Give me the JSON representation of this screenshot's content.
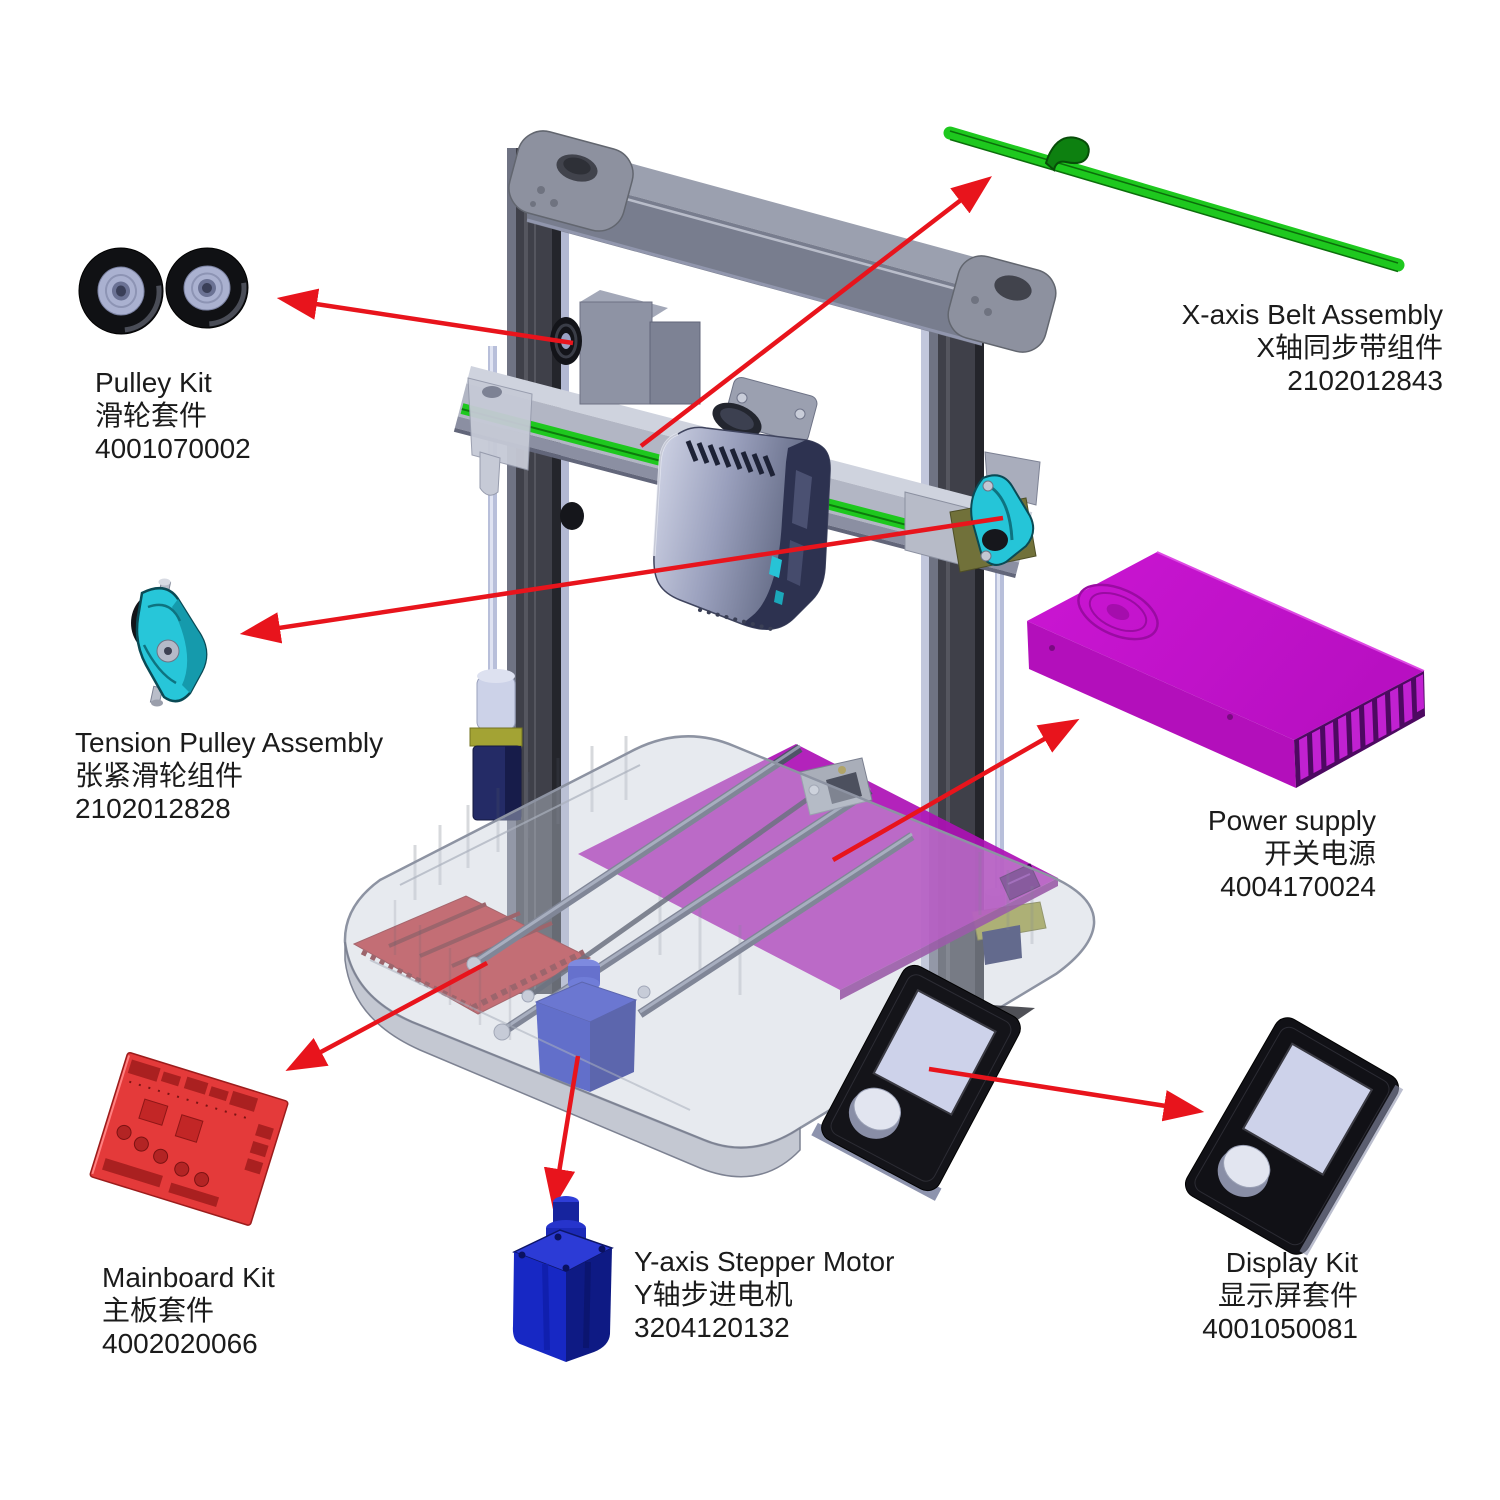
{
  "diagram": {
    "type": "exploded-parts-diagram",
    "product": "3D printer spare parts diagram",
    "arrow_color": "#e8141c",
    "label_text_color": "#1b1b1b",
    "parts": [
      {
        "id": "pulley-kit",
        "name": "Pulley Kit",
        "name_zh": "滑轮套件",
        "part_number": "4001070002"
      },
      {
        "id": "x-axis-belt",
        "name": "X-axis Belt Assembly",
        "name_zh": "X轴同步带组件",
        "part_number": "2102012843"
      },
      {
        "id": "tension-pulley",
        "name": "Tension Pulley Assembly",
        "name_zh": "张紧滑轮组件",
        "part_number": "2102012828"
      },
      {
        "id": "power-supply",
        "name": "Power supply",
        "name_zh": "开关电源",
        "part_number": "4004170024"
      },
      {
        "id": "mainboard-kit",
        "name": "Mainboard Kit",
        "name_zh": "主板套件",
        "part_number": "4002020066"
      },
      {
        "id": "y-axis-stepper-motor",
        "name": "Y-axis Stepper Motor",
        "name_zh": "Y轴步进电机",
        "part_number": "3204120132"
      },
      {
        "id": "display-kit",
        "name": "Display Kit",
        "name_zh": "显示屏套件",
        "part_number": "4001050081"
      }
    ],
    "part_colors": {
      "pulley_tire": "#17181d",
      "pulley_hub": "#aab1d0",
      "belt_green": "#1ec81e",
      "tension_pulley_cyan": "#27c6d9",
      "power_supply_magenta": "#c511cd",
      "mainboard_red": "#e43a3a",
      "y_motor_blue": "#1728c4",
      "display_body_black": "#111116",
      "display_screen": "#cdd2ea",
      "frame_gray": "#3f4049"
    }
  }
}
